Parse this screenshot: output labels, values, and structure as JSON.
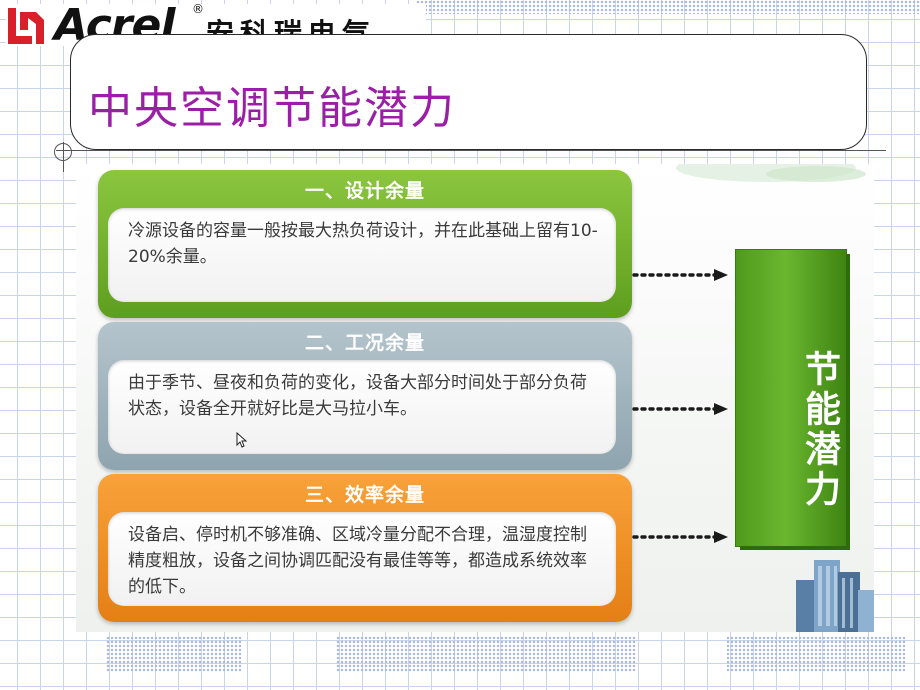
{
  "logo": {
    "brand": "Acrel",
    "registered": "®",
    "chinese": "安科瑞电气"
  },
  "page_title": "中央空调节能潜力",
  "cards": [
    {
      "heading": "一、设计余量",
      "text": "冷源设备的容量一般按最大热负荷设计，并在此基础上留有10-20%余量。",
      "color": "#6aab28"
    },
    {
      "heading": "二、工况余量",
      "text": "由于季节、昼夜和负荷的变化，设备大部分时间处于部分负荷状态，设备全开就好比是大马拉小车。",
      "color": "#98adb8"
    },
    {
      "heading": "三、效率余量",
      "text": "设备启、停时机不够准确、区域冷量分配不合理，温湿度控制精度粗放，设备之间协调匹配没有最佳等等，都造成系统效率的低下。",
      "color": "#ee8a1e"
    }
  ],
  "target": {
    "label": "节能潜力",
    "color": "#5aa325"
  }
}
